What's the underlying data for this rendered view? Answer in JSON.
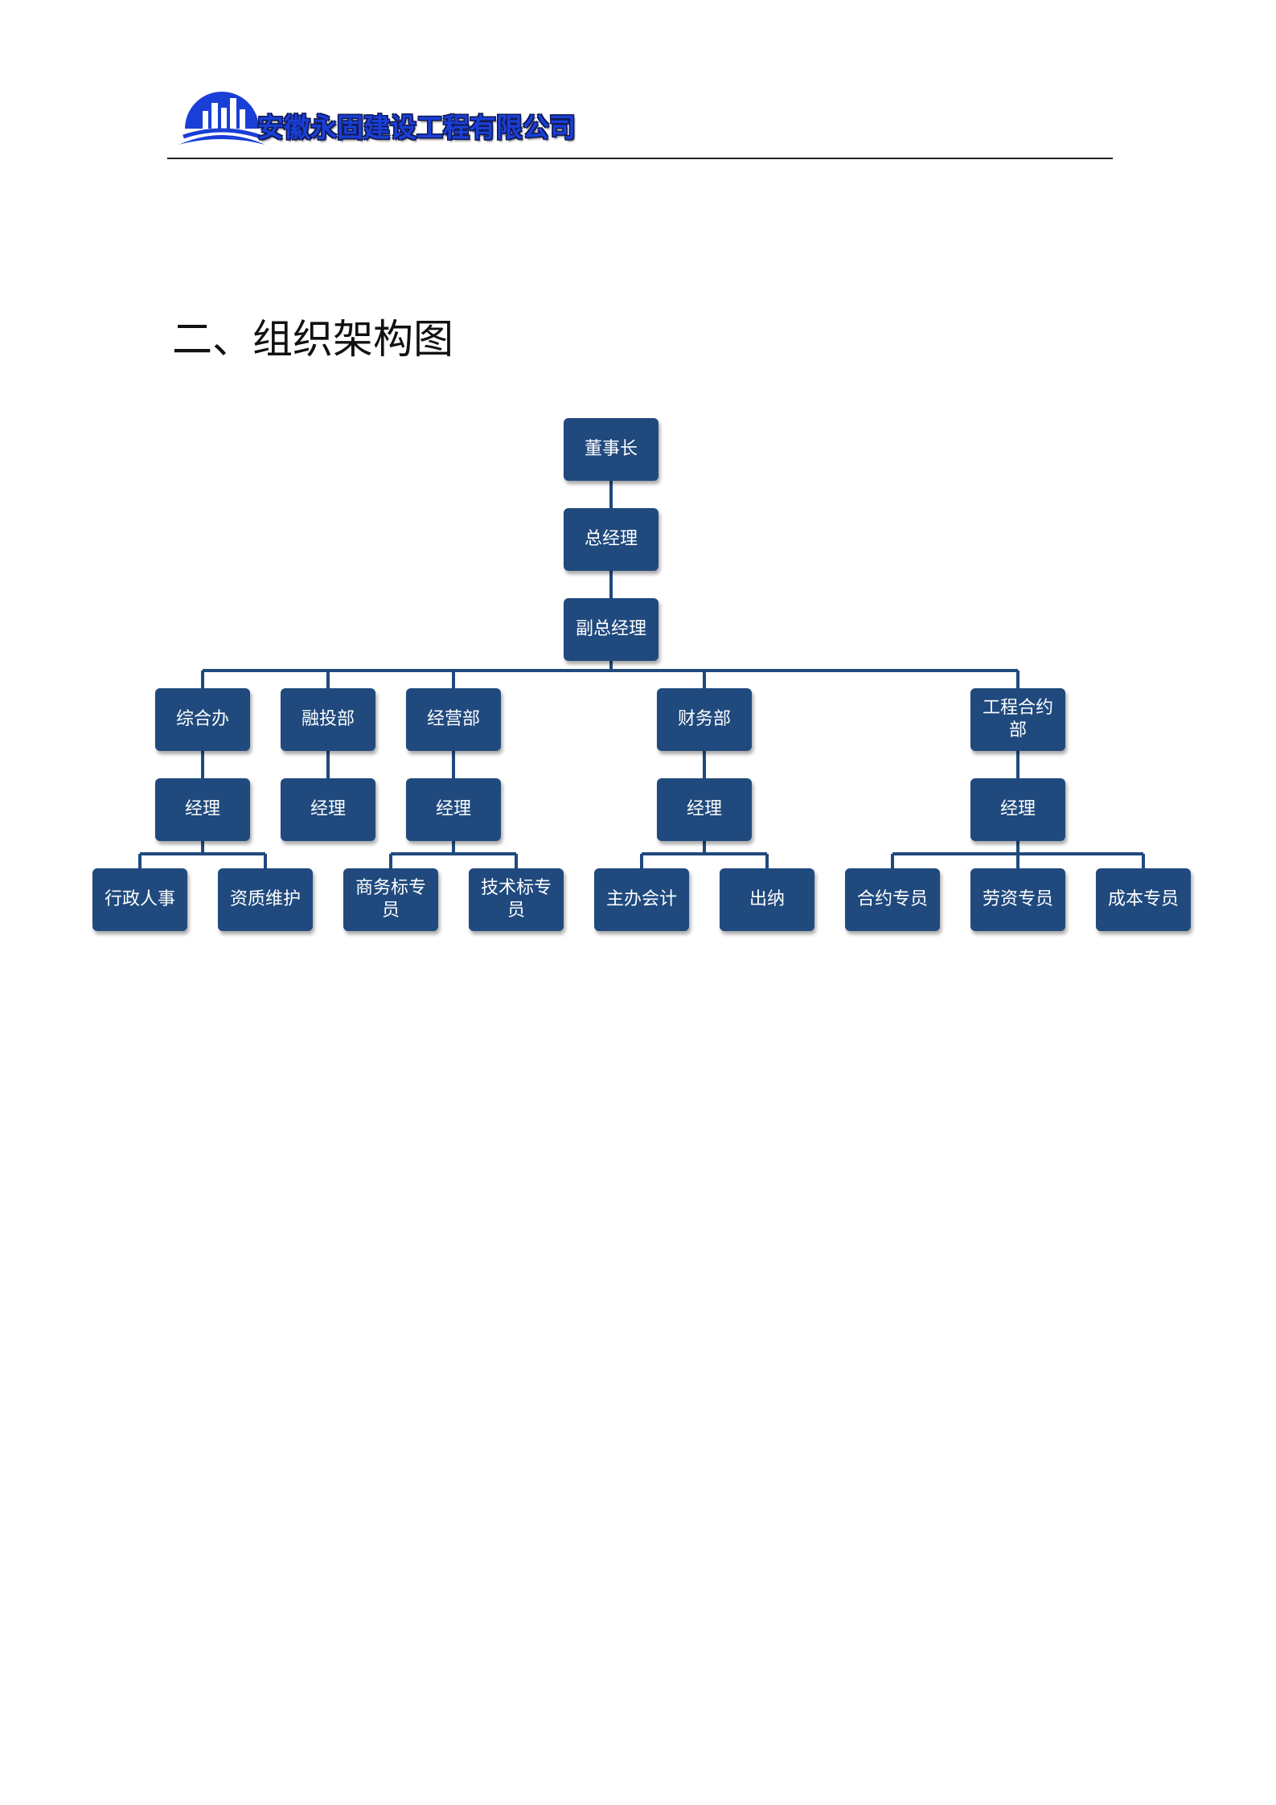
{
  "header": {
    "company_name": "安徽永固建设工程有限公司",
    "logo_icon": "building-skyline-logo-icon",
    "logo_color": "#1a3fd6"
  },
  "section_title": "二、组织架构图",
  "colors": {
    "node_fill": "#204a7e",
    "connector": "#204a7e",
    "node_text": "#ffffff"
  },
  "org_chart": {
    "chairman": "董事长",
    "general_manager": "总经理",
    "deputy_general_manager": "副总经理",
    "departments": [
      {
        "name": "综合办",
        "manager": "经理",
        "staff": [
          "行政人事",
          "资质维护"
        ]
      },
      {
        "name": "融投部",
        "manager": "经理",
        "staff": []
      },
      {
        "name": "经营部",
        "manager": "经理",
        "staff": [
          "商务标专员",
          "技术标专员"
        ]
      },
      {
        "name": "财务部",
        "manager": "经理",
        "staff": [
          "主办会计",
          "出纳"
        ]
      },
      {
        "name": "工程合约部",
        "manager": "经理",
        "staff": [
          "合约专员",
          "劳资专员",
          "成本专员"
        ]
      }
    ]
  }
}
